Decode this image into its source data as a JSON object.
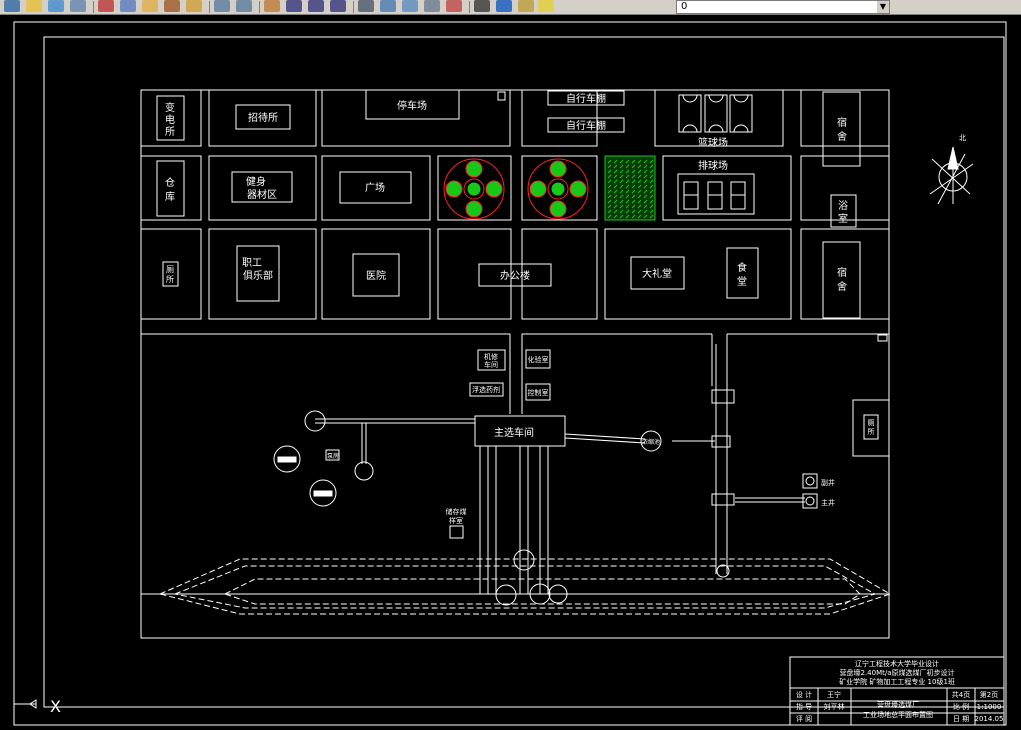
{
  "toolbar": {
    "icons": [
      "redraw-icon",
      "open-icon",
      "save-icon",
      "plot-icon",
      "cut-icon",
      "copy-icon",
      "paste-icon",
      "match-prop-icon",
      "brush-icon",
      "undo-icon",
      "redo-icon",
      "pan-icon",
      "zoom-realtime-icon",
      "zoom-window-icon",
      "zoom-previous-icon",
      "properties-icon",
      "design-center-icon",
      "tool-palette-icon",
      "sheet-set-icon",
      "markup-icon",
      "calculator-icon",
      "help-icon",
      "layer-manager-icon",
      "layer-state-icons"
    ],
    "layer_value": "0"
  },
  "drawing": {
    "north": "北",
    "buildings": {
      "substation": "变电所",
      "guesthouse": "招待所",
      "parking": "停车场",
      "bike_shed_1": "自行车棚",
      "bike_shed_2": "自行车棚",
      "basketball": "篮球场",
      "dorm_1": "宿舍",
      "warehouse": "仓库",
      "fitness_1": "健身",
      "fitness_2": "器材区",
      "square": "广场",
      "volleyball": "排球场",
      "bathhouse": "浴室",
      "toilet_1": "厕所",
      "club_1": "职工",
      "club_2": "俱乐部",
      "hospital": "医院",
      "office": "办公楼",
      "auditorium": "大礼堂",
      "canteen": "食堂",
      "dorm_2": "宿舍",
      "repair_1": "机修",
      "repair_2": "车间",
      "lab": "化验室",
      "flotation": "浮选药剂",
      "control": "控制室",
      "main_plant": "主选车间",
      "thickener": "浓缩池",
      "toilet_2": "厕所",
      "sample_1": "储存煤",
      "sample_2": "样室",
      "aux_shaft": "副井",
      "main_shaft": "主井",
      "pump": "泵房"
    },
    "title_block": {
      "line1": "辽宁工程技术大学毕业设计",
      "line2": "营盘壕2.40Mt/a原煤选煤厂初步设计",
      "line3": "矿业学院 矿物加工工程专业 10级1班",
      "design": "设 计",
      "guide": "指 导",
      "review": "评 阅",
      "designer": "王宁",
      "advisor": "刘平林",
      "drawing_title_1": "营盘壕选煤厂",
      "drawing_title_2": "工业场地总平面布置图",
      "sheets": "共4页",
      "sheet": "第2页",
      "scale_label": "比 例",
      "scale": "1:1000",
      "date_label": "日 期",
      "date": "2014.05"
    },
    "ucs_label": "X"
  }
}
